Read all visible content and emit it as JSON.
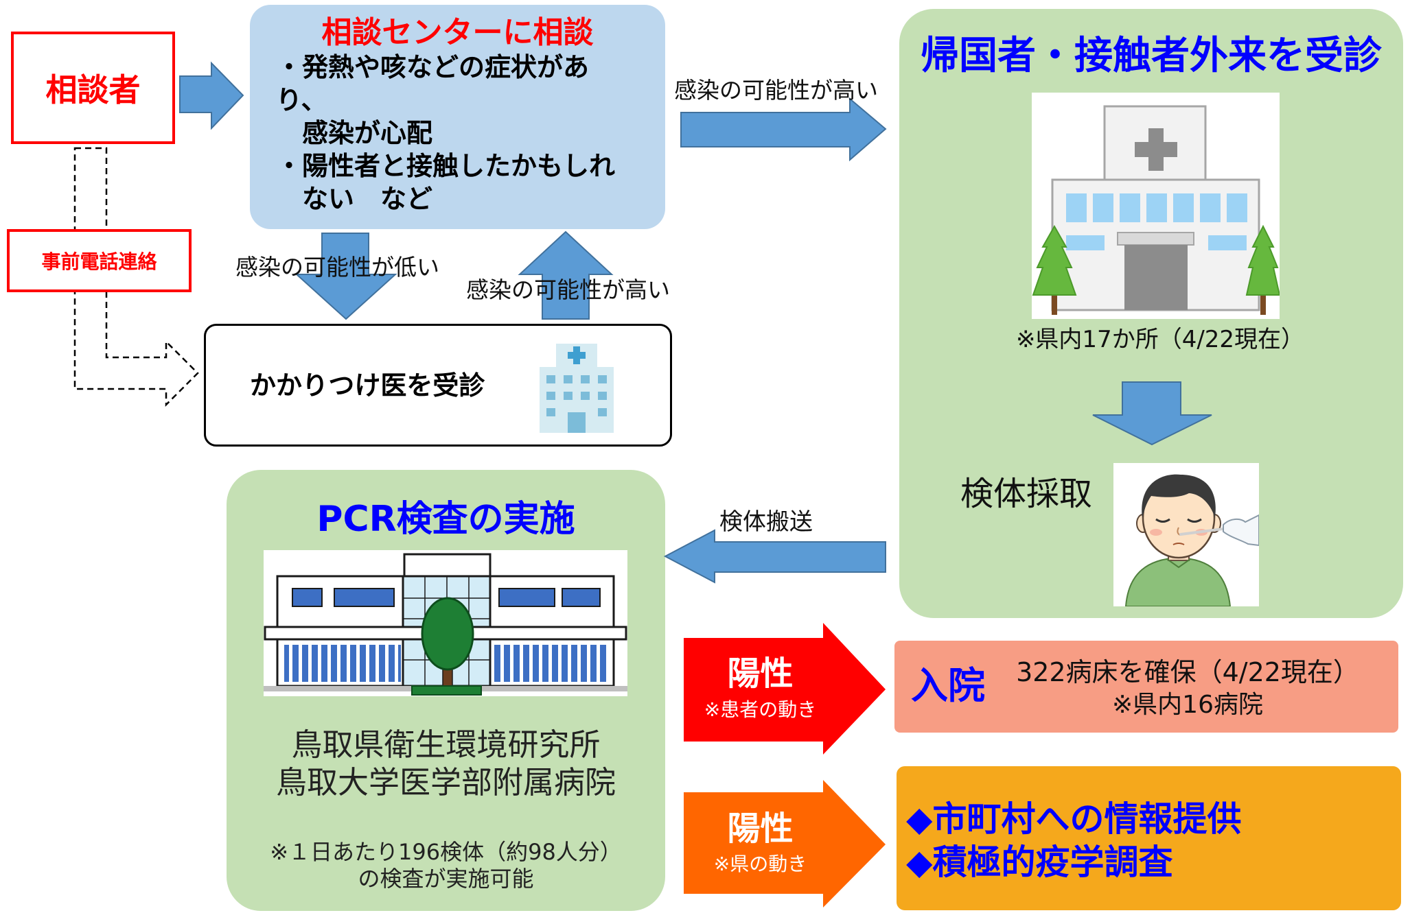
{
  "consultant": {
    "label": "相談者"
  },
  "advance_call": {
    "label": "事前電話連絡"
  },
  "consult_center": {
    "title": "相談センターに相談",
    "lines": [
      "・発熱や咳などの症状があ",
      "り、",
      "感染が心配",
      "・陽性者と接触したかもしれ",
      "ない　など"
    ]
  },
  "family_doctor": {
    "label": "かかりつけ医を受診",
    "icon": "clinic-icon"
  },
  "arrow_labels": {
    "low_to_doctor": "感染の可能性が低い",
    "high_from_doctor": "感染の可能性が高い",
    "high_to_outpatient": "感染の可能性が高い",
    "specimen_transport": "検体搬送"
  },
  "outpatient": {
    "title": "帰国者・接触者外来を受診",
    "note": "※県内17か所（4/22現在）",
    "sampling": "検体採取",
    "image": "hospital-illustration",
    "sampling_image": "nasal-swab-illustration"
  },
  "pcr": {
    "title": "PCR検査の実施",
    "image": "laboratory-building-illustration",
    "institutions": [
      "鳥取県衛生環境研究所",
      "鳥取大学医学部附属病院"
    ],
    "capacity": [
      "※１日あたり196検体（約98人分）",
      "の検査が実施可能"
    ]
  },
  "positive_patient": {
    "label": "陽性",
    "note": "※患者の動き"
  },
  "positive_prefecture": {
    "label": "陽性",
    "note": "※県の動き"
  },
  "hospitalization": {
    "title": "入院",
    "beds": "322病床を確保（4/22現在）",
    "hospitals": "※県内16病院"
  },
  "prefecture_actions": {
    "items": [
      "◆市町村への情報提供",
      "◆積極的疫学調査"
    ]
  },
  "colors": {
    "alert_red": "#ff0000",
    "consult_blue": "#bdd7ee",
    "arrow_blue": "#5b9bd5",
    "arrow_outline": "#41719c",
    "panel_green": "#c5e0b4",
    "title_blue": "#0000ff",
    "positive_red": "#ff0000",
    "positive_orange": "#ff6600",
    "hospitalization_salmon": "#f79d84",
    "actions_orange": "#f5a81c"
  }
}
